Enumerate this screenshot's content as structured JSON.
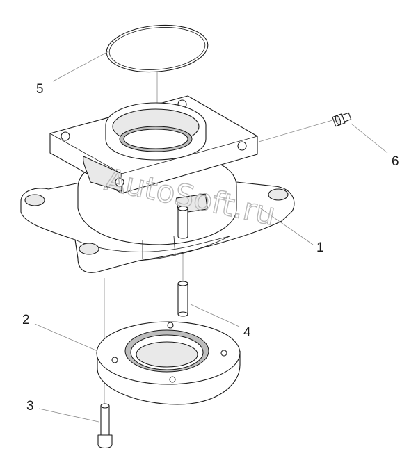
{
  "callouts": {
    "p1": "1",
    "p2": "2",
    "p3": "3",
    "p4": "4",
    "p5": "5",
    "p6": "6"
  },
  "watermark": "AutoSoft.ru",
  "colors": {
    "line": "#1a1a1a",
    "leader": "#8a8a8a",
    "watermark": "#b8b8b8"
  }
}
